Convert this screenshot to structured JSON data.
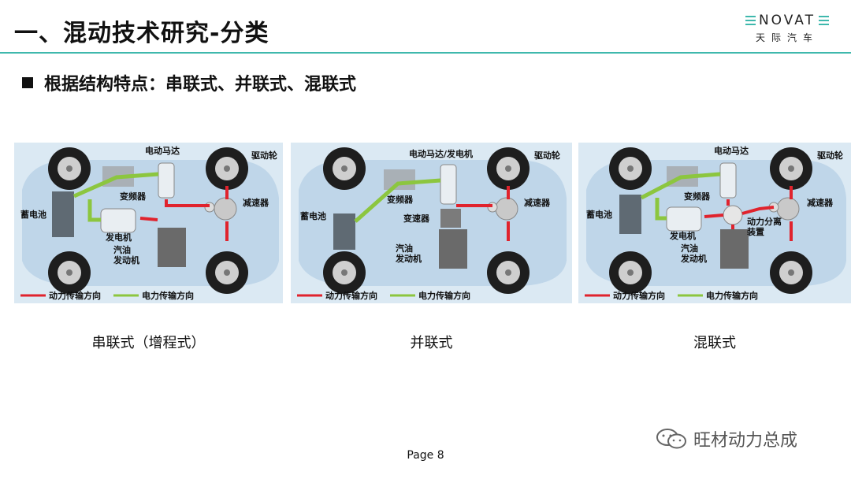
{
  "header": {
    "title": "一、混动技术研究-分类",
    "logo_main": "NOVAT",
    "logo_sub": "天际汽车"
  },
  "bullet": "根据结构特点：串联式、并联式、混联式",
  "diagrams": [
    {
      "caption": "串联式（增程式）",
      "labels": {
        "motor": "电动马达",
        "inverter": "变频器",
        "battery": "蓄电池",
        "generator": "发电机",
        "engine": "汽油\n发动机",
        "reducer": "减速器",
        "drive_wheel": "驱动轮"
      },
      "legend": {
        "power": "动力传输方向",
        "electric": "电力传输方向"
      }
    },
    {
      "caption": "并联式",
      "labels": {
        "motor": "电动马达/发电机",
        "inverter": "变频器",
        "battery": "蓄电池",
        "transmission": "变速器",
        "engine": "汽油\n发动机",
        "reducer": "减速器",
        "drive_wheel": "驱动轮"
      },
      "legend": {
        "power": "动力传输方向",
        "electric": "电力传输方向"
      }
    },
    {
      "caption": "混联式",
      "labels": {
        "motor": "电动马达",
        "inverter": "变频器",
        "battery": "蓄电池",
        "generator": "发电机",
        "engine": "汽油\n发动机",
        "split": "动力分离\n装置",
        "reducer": "减速器",
        "drive_wheel": "驱动轮"
      },
      "legend": {
        "power": "动力传输方向",
        "electric": "电力传输方向"
      }
    }
  ],
  "footer": {
    "page": "Page  8"
  },
  "watermark": "旺材动力总成",
  "colors": {
    "accent": "#3fb8ad",
    "power_arrow": "#e0232d",
    "electric_arrow": "#8cc63f",
    "panel_bg": "#dbe9f3"
  }
}
